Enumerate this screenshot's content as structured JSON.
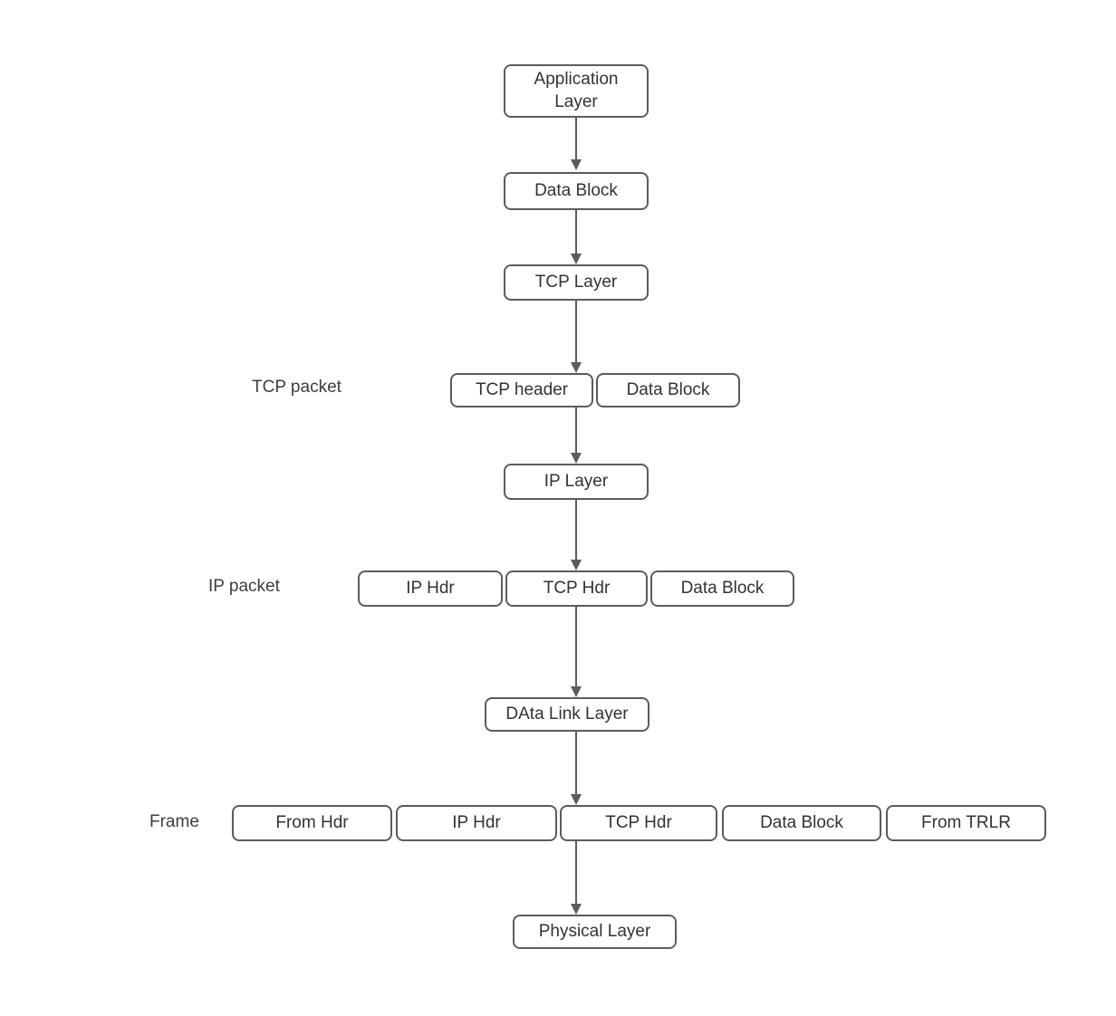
{
  "colors": {
    "background": "#ffffff",
    "border": "#5c5c5c",
    "fill": "#ffffff",
    "text": "#333333",
    "label": "#3d3d3d",
    "arrow": "#5c5c5c"
  },
  "nodes": {
    "application_layer": "Application\nLayer",
    "data_block_1": "Data Block",
    "tcp_layer": "TCP Layer",
    "tcp_header": "TCP header",
    "data_block_2": "Data Block",
    "ip_layer": "IP Layer",
    "ip_hdr_1": "IP Hdr",
    "tcp_hdr_1": "TCP Hdr",
    "data_block_3": "Data Block",
    "data_link_layer": "DAta Link Layer",
    "from_hdr": "From Hdr",
    "ip_hdr_2": "IP Hdr",
    "tcp_hdr_2": "TCP Hdr",
    "data_block_4": "Data Block",
    "from_trlr": "From TRLR",
    "physical_layer": "Physical Layer"
  },
  "row_labels": {
    "tcp_packet": "TCP packet",
    "ip_packet": "IP packet",
    "frame": "Frame"
  }
}
